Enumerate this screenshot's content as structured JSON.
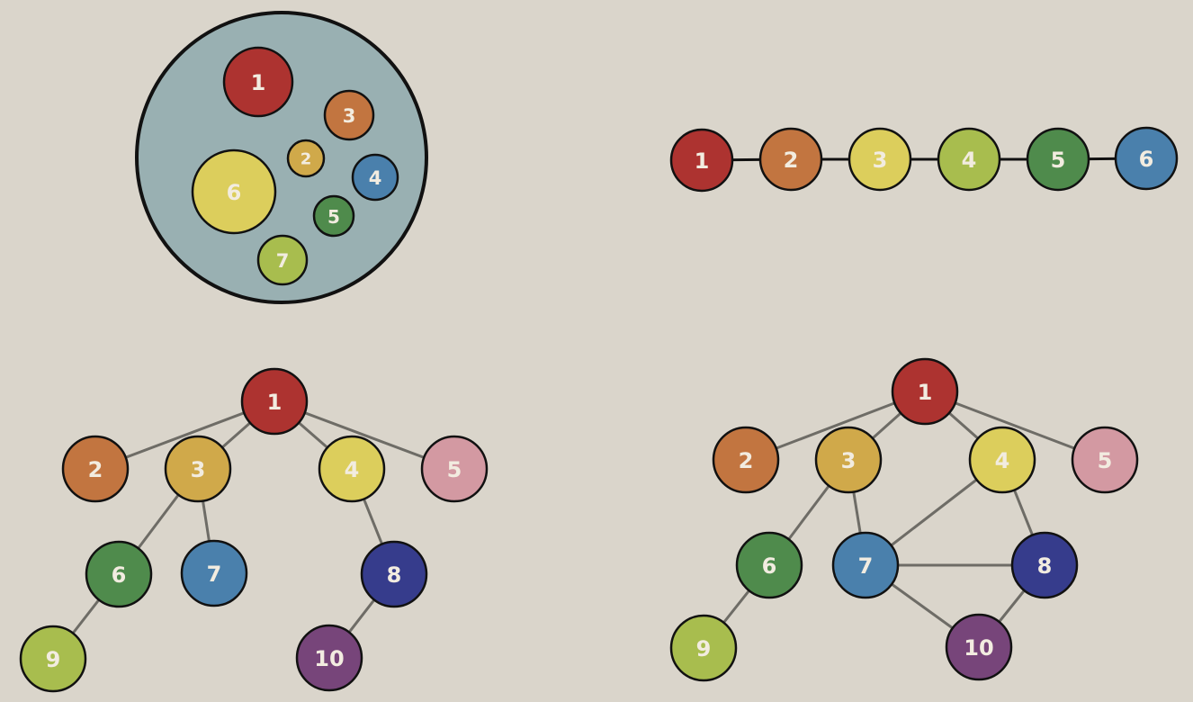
{
  "colors": {
    "background": "#dad5cb",
    "set_fill": "#99b0b2",
    "outline": "#111111",
    "edge_gray": "#6e6c66",
    "edge_black": "#111111",
    "red": "#ad3330",
    "orange": "#c27540",
    "gold": "#d0a94a",
    "yellow": "#dcce5c",
    "lime": "#a8bd4e",
    "green": "#4f8b4c",
    "blue": "#4a80ac",
    "pink": "#d399a2",
    "navy": "#363c8c",
    "purple": "#77457a"
  },
  "set_diagram": {
    "nodes": [
      {
        "label": "1",
        "color": "red"
      },
      {
        "label": "2",
        "color": "gold"
      },
      {
        "label": "3",
        "color": "orange"
      },
      {
        "label": "4",
        "color": "blue"
      },
      {
        "label": "5",
        "color": "green"
      },
      {
        "label": "6",
        "color": "yellow"
      },
      {
        "label": "7",
        "color": "lime"
      }
    ]
  },
  "list_diagram": {
    "nodes": [
      {
        "label": "1",
        "color": "red"
      },
      {
        "label": "2",
        "color": "orange"
      },
      {
        "label": "3",
        "color": "yellow"
      },
      {
        "label": "4",
        "color": "lime"
      },
      {
        "label": "5",
        "color": "green"
      },
      {
        "label": "6",
        "color": "blue"
      }
    ],
    "edges": [
      [
        "1",
        "2"
      ],
      [
        "2",
        "3"
      ],
      [
        "3",
        "4"
      ],
      [
        "4",
        "5"
      ],
      [
        "5",
        "6"
      ]
    ]
  },
  "tree_diagram": {
    "nodes": [
      {
        "label": "1",
        "color": "red"
      },
      {
        "label": "2",
        "color": "orange"
      },
      {
        "label": "3",
        "color": "gold"
      },
      {
        "label": "4",
        "color": "yellow"
      },
      {
        "label": "5",
        "color": "pink"
      },
      {
        "label": "6",
        "color": "green"
      },
      {
        "label": "7",
        "color": "blue"
      },
      {
        "label": "8",
        "color": "navy"
      },
      {
        "label": "9",
        "color": "lime"
      },
      {
        "label": "10",
        "color": "purple"
      }
    ],
    "edges": [
      [
        "1",
        "2"
      ],
      [
        "1",
        "3"
      ],
      [
        "1",
        "4"
      ],
      [
        "1",
        "5"
      ],
      [
        "3",
        "6"
      ],
      [
        "3",
        "7"
      ],
      [
        "4",
        "8"
      ],
      [
        "6",
        "9"
      ],
      [
        "8",
        "10"
      ]
    ]
  },
  "graph_diagram": {
    "nodes": [
      {
        "label": "1",
        "color": "red"
      },
      {
        "label": "2",
        "color": "orange"
      },
      {
        "label": "3",
        "color": "gold"
      },
      {
        "label": "4",
        "color": "yellow"
      },
      {
        "label": "5",
        "color": "pink"
      },
      {
        "label": "6",
        "color": "green"
      },
      {
        "label": "7",
        "color": "blue"
      },
      {
        "label": "8",
        "color": "navy"
      },
      {
        "label": "9",
        "color": "lime"
      },
      {
        "label": "10",
        "color": "purple"
      }
    ],
    "edges": [
      [
        "1",
        "2"
      ],
      [
        "1",
        "3"
      ],
      [
        "1",
        "4"
      ],
      [
        "1",
        "5"
      ],
      [
        "3",
        "6"
      ],
      [
        "3",
        "7"
      ],
      [
        "4",
        "7"
      ],
      [
        "4",
        "8"
      ],
      [
        "7",
        "8"
      ],
      [
        "7",
        "10"
      ],
      [
        "8",
        "10"
      ],
      [
        "6",
        "9"
      ]
    ]
  }
}
